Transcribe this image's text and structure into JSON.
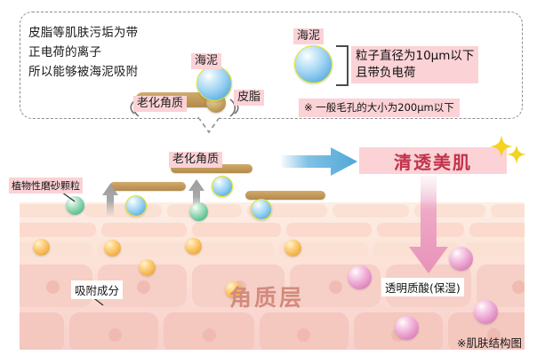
{
  "callout": {
    "lead_text": "皮脂等肌肤污垢为带\n正电荷的离子\n所以能够被海泥吸附",
    "label_haini": "海泥",
    "label_laohua_jiaozhi": "老化角质",
    "label_pizhi": "皮脂",
    "right_label_haini": "海泥",
    "spec_text": "粒子直径为10μm以下\n且带负电荷",
    "note_text": "※ 一般毛孔的大小为200μm以下"
  },
  "diagram": {
    "label_laohua_jiaozhi": "老化角质",
    "label_scrub_particle": "植物性磨砂颗粒",
    "label_adsorb_component": "吸附成分",
    "label_hyaluronic": "透明质酸(保湿)",
    "layer_title": "角质层",
    "result_banner": "清透美肌",
    "footnote": "※肌肤结构图"
  },
  "icons": {
    "blue_arrow": "arrow-right-icon",
    "pink_arrow": "arrow-down-icon",
    "gray_arrow": "arrow-up-icon",
    "sparkle": "sparkle-icon",
    "shake_lines": "vibration-lines-icon"
  },
  "colors": {
    "pink_highlight": "#fbd2d6",
    "banner_text": "#c1324c",
    "layer_title": "#d38a7e",
    "blue_arrow": "#6ab7e0",
    "pink_arrow": "#eb9dbf",
    "tan_bar": "#c39b5c",
    "sparkle": "#f5d21b",
    "skin_base": "#fbdcd1",
    "dashed_border": "#8d8d8d"
  }
}
